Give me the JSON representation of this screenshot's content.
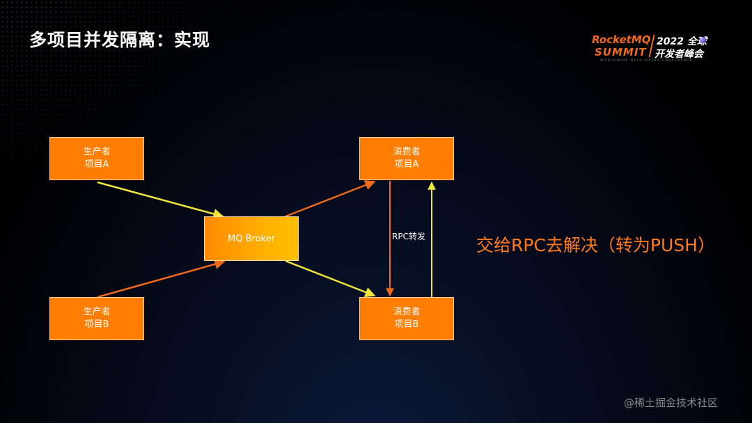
{
  "slide": {
    "title": "多项目并发隔离：实现",
    "logo": {
      "line1_left": "RocketMQ",
      "line2_left": "SUMMIT",
      "line1_right": "2022 全球",
      "line2_right": "开发者峰会",
      "subtitle": "WORLDWIDE DEVELOPERS CONFERENCE"
    },
    "note": "交给RPC去解决（转为PUSH）",
    "watermark": "@稀土掘金技术社区"
  },
  "diagram": {
    "producer_a": {
      "line1": "生产者",
      "line2": "项目A"
    },
    "producer_b": {
      "line1": "生产者",
      "line2": "项目B"
    },
    "consumer_a": {
      "line1": "消费者",
      "line2": "项目A"
    },
    "consumer_b": {
      "line1": "消费者",
      "line2": "项目B"
    },
    "broker": "MQ Broker",
    "rpc_label": "RPC转发",
    "colors": {
      "box_fill": "#ff7d00",
      "project_a_flow": "#f0e63c",
      "project_b_flow": "#f06a1e",
      "note": "#ff7a1a"
    }
  }
}
